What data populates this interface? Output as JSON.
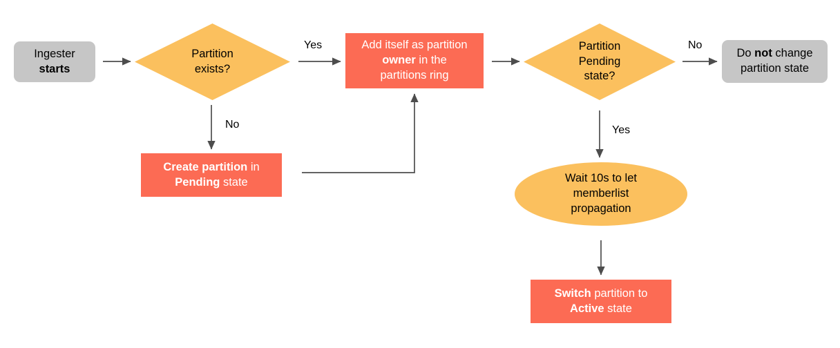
{
  "diagram": {
    "title": "Ingester partition lifecycle flowchart",
    "colors": {
      "terminal_gray": "#c6c6c6",
      "decision_orange": "#fbc05e",
      "delay_orange": "#fbc05e",
      "process_red": "#fc6b54",
      "connector": "#4d4d4d",
      "text_dark": "#000000",
      "text_light": "#ffffff",
      "background": "#ffffff"
    },
    "nodes": [
      {
        "id": "ingester-starts",
        "shape": "terminal",
        "text_plain": "Ingester starts",
        "text_html": "Ingester<br><b>starts</b>"
      },
      {
        "id": "partition-exists",
        "shape": "decision",
        "text_plain": "Partition exists?",
        "text_html": "Partition<br>exists?"
      },
      {
        "id": "add-owner",
        "shape": "process",
        "text_plain": "Add itself as partition owner in the partitions ring",
        "text_html": "Add itself as partition<br><b>owner</b> in the<br>partitions ring"
      },
      {
        "id": "partition-pending",
        "shape": "decision",
        "text_plain": "Partition Pending state?",
        "text_html": "Partition<br>Pending<br>state?"
      },
      {
        "id": "no-change",
        "shape": "terminal",
        "text_plain": "Do not change partition state",
        "text_html": "Do <b>not</b> change<br>partition state"
      },
      {
        "id": "create-partition",
        "shape": "process",
        "text_plain": "Create partition in Pending state",
        "text_html": "<b>Create partition</b> in<br><b>Pending</b> state"
      },
      {
        "id": "wait-10s",
        "shape": "delay",
        "text_plain": "Wait 10s to let memberlist propagation",
        "text_html": "Wait 10s to let<br>memberlist<br>propagation"
      },
      {
        "id": "switch-active",
        "shape": "process",
        "text_plain": "Switch partition to Active state",
        "text_html": "<b>Switch</b> partition to<br><b>Active</b> state"
      }
    ],
    "edge_labels": {
      "exists_yes": "Yes",
      "exists_no": "No",
      "pending_no": "No",
      "pending_yes": "Yes"
    }
  }
}
